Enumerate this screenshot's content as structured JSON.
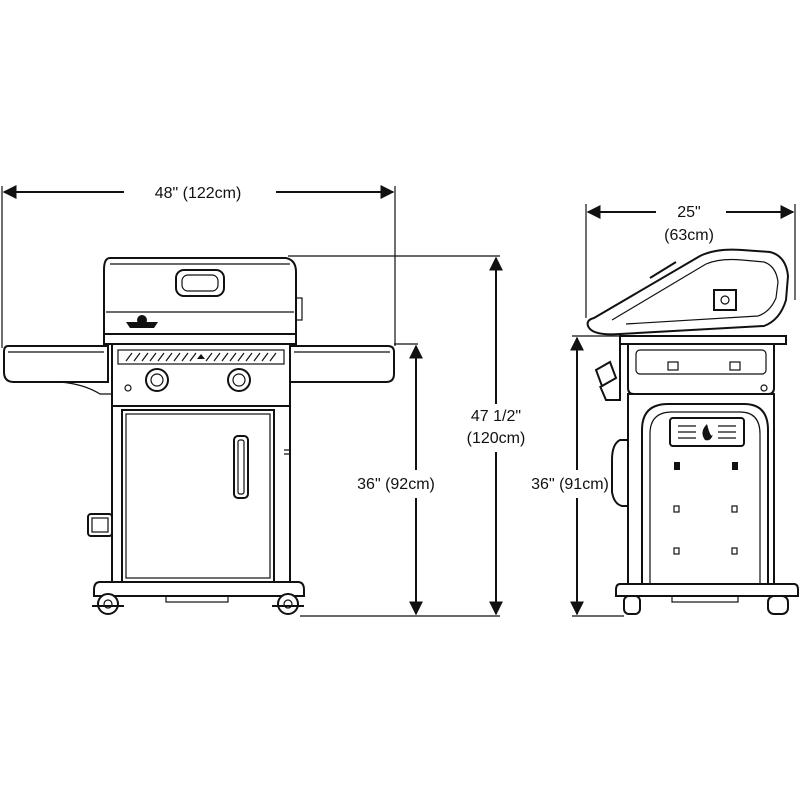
{
  "dimensions": {
    "front_width": "48\" (122cm)",
    "front_height_line1": "47 1/2\"",
    "front_height_line2": "(120cm)",
    "front_counter_height": "36\" (92cm)",
    "side_depth_line1": "25\"",
    "side_depth_line2": "(63cm)",
    "side_counter_height": "36\" (91cm)"
  },
  "colors": {
    "line": "#111111",
    "background": "#ffffff"
  },
  "icons": {
    "front_logo": "flame-logo-icon",
    "side_logo": "flame-logo-icon"
  }
}
